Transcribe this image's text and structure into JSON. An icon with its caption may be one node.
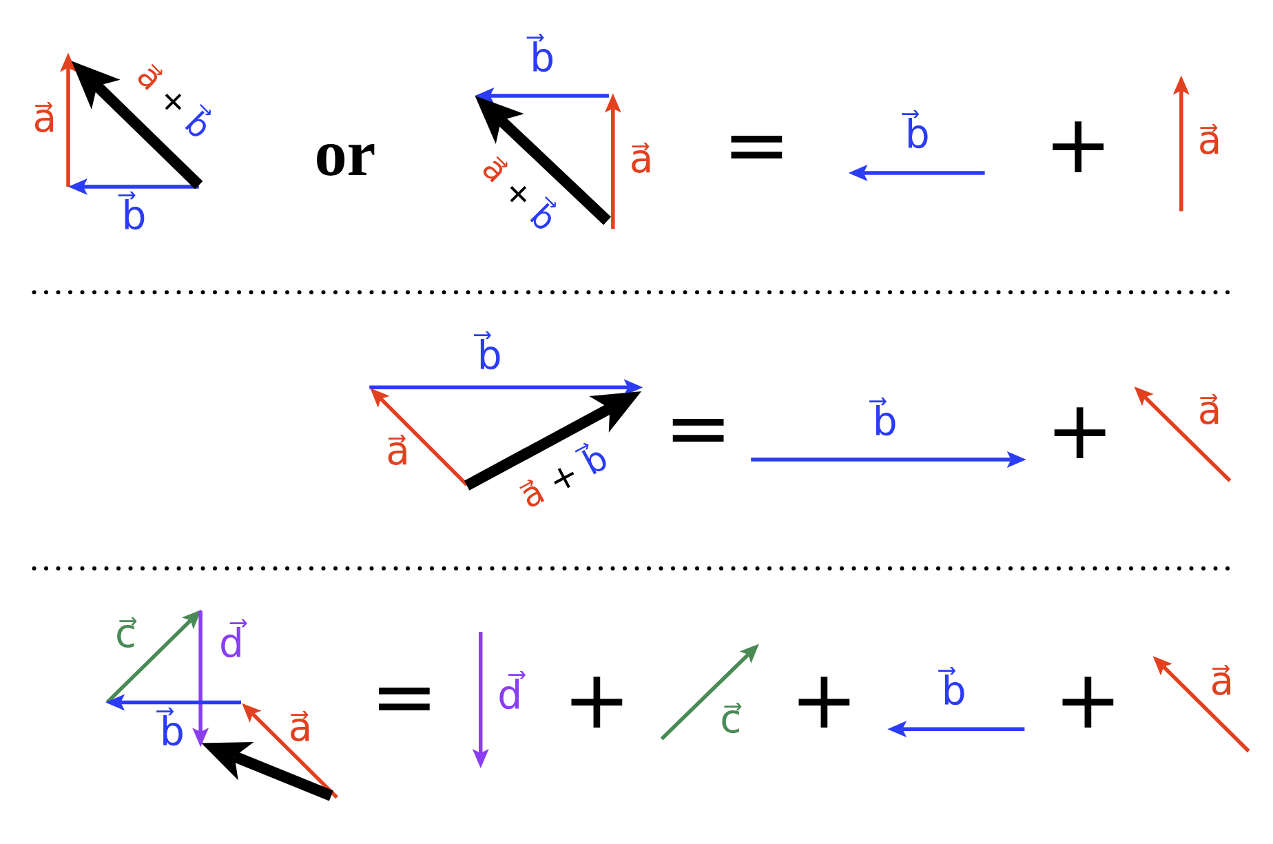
{
  "diagram": {
    "labels": [
      "a⃗",
      "a⃗ + b⃗",
      "b⃗",
      "or",
      "b⃗",
      "a⃗ + b⃗",
      "a⃗",
      "=",
      "b⃗",
      "+",
      "a⃗",
      "b⃗",
      "a⃗",
      "a⃗ + b⃗",
      "=",
      "b⃗",
      "+",
      "a⃗",
      "c⃗",
      "d⃗",
      "b⃗",
      "a⃗",
      "=",
      "d⃗",
      "+",
      "c⃗",
      "+",
      "b⃗",
      "+",
      "a⃗"
    ]
  }
}
